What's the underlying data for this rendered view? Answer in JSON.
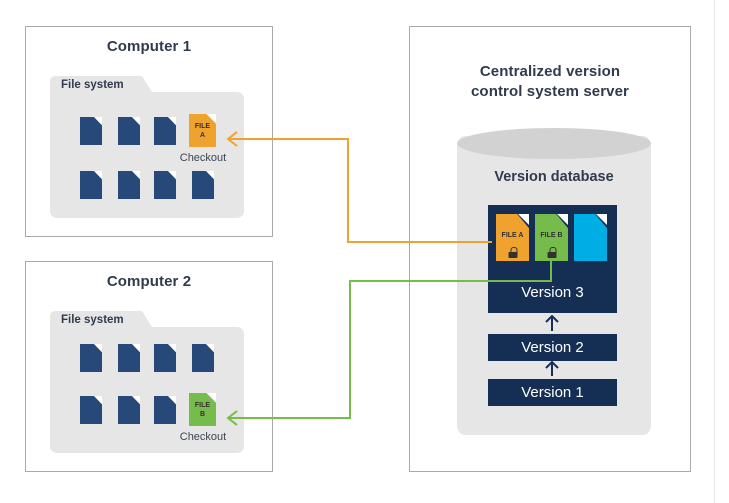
{
  "diagram": {
    "title_server": "Centralized version control system server",
    "panels": [
      {
        "id": "computer1",
        "title": "Computer 1",
        "folder_label": "File system",
        "checkout_label": "Checkout",
        "checkout_file": {
          "name": "FILE A",
          "line1": "FILE",
          "line2": "A",
          "color": "#f0a22e"
        },
        "plain_files_row1": 3,
        "plain_files_row2": 4
      },
      {
        "id": "computer2",
        "title": "Computer 2",
        "folder_label": "File system",
        "checkout_label": "Checkout",
        "checkout_file": {
          "name": "FILE B",
          "line1": "FILE",
          "line2": "B",
          "color": "#76bc4c"
        },
        "plain_files_row1": 4,
        "plain_files_row2": 3
      }
    ],
    "server": {
      "title_line1": "Centralized version",
      "title_line2": "control system server",
      "database_label": "Version database",
      "files": [
        {
          "name": "FILE A",
          "color": "#f0a22e",
          "locked": true
        },
        {
          "name": "FILE B",
          "color": "#76bc4c",
          "locked": true
        },
        {
          "name": "",
          "color": "#00aee6",
          "locked": false
        }
      ],
      "versions": [
        {
          "label": "Version 3"
        },
        {
          "label": "Version 2"
        },
        {
          "label": "Version 1"
        }
      ]
    },
    "connectors": [
      {
        "name": "checkout-file-a",
        "color": "#f0a22e",
        "from": "server FILE A",
        "to": "Computer 1 FILE A"
      },
      {
        "name": "checkout-file-b",
        "color": "#76bc4c",
        "from": "server FILE B",
        "to": "Computer 2 FILE B"
      }
    ],
    "colors": {
      "navy": "#27497a",
      "dark_navy": "#152e54",
      "orange": "#f0a22e",
      "green": "#76bc4c",
      "cyan": "#00aee6",
      "gray_panel": "#e6e6e6",
      "text": "#303b4d"
    }
  }
}
